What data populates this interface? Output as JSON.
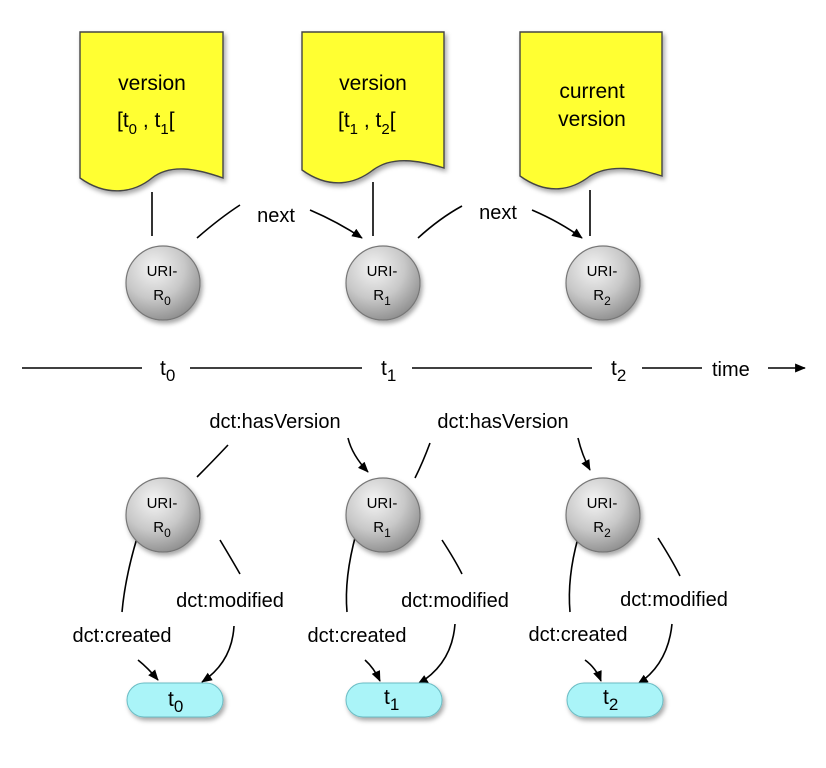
{
  "documents": [
    {
      "line1": "version",
      "line2_pre": "[t",
      "sub_a": "0",
      "line2_mid": " , t",
      "sub_b": "1",
      "line2_post": "["
    },
    {
      "line1": "version",
      "line2_pre": "[t",
      "sub_a": "1",
      "line2_mid": " , t",
      "sub_b": "2",
      "line2_post": "["
    },
    {
      "line1": "current",
      "line2": "version"
    }
  ],
  "top_nodes": [
    {
      "line1": "URI-",
      "base": "R",
      "sub": "0"
    },
    {
      "line1": "URI-",
      "base": "R",
      "sub": "1"
    },
    {
      "line1": "URI-",
      "base": "R",
      "sub": "2"
    }
  ],
  "next_labels": [
    "next",
    "next"
  ],
  "timeline": {
    "ticks": [
      {
        "base": "t",
        "sub": "0"
      },
      {
        "base": "t",
        "sub": "1"
      },
      {
        "base": "t",
        "sub": "2"
      }
    ],
    "time_label": "time"
  },
  "has_version_labels": [
    "dct:hasVersion",
    "dct:hasVersion"
  ],
  "bottom_nodes": [
    {
      "line1": "URI-",
      "base": "R",
      "sub": "0"
    },
    {
      "line1": "URI-",
      "base": "R",
      "sub": "1"
    },
    {
      "line1": "URI-",
      "base": "R",
      "sub": "2"
    }
  ],
  "created_label": "dct:created",
  "modified_label": "dct:modified",
  "literals": [
    {
      "base": "t",
      "sub": "0"
    },
    {
      "base": "t",
      "sub": "1"
    },
    {
      "base": "t",
      "sub": "2"
    }
  ],
  "colors": {
    "document_fill": "#ffff33",
    "literal_fill": "#aaf4f8",
    "node_fill": "#c8c8c8"
  }
}
